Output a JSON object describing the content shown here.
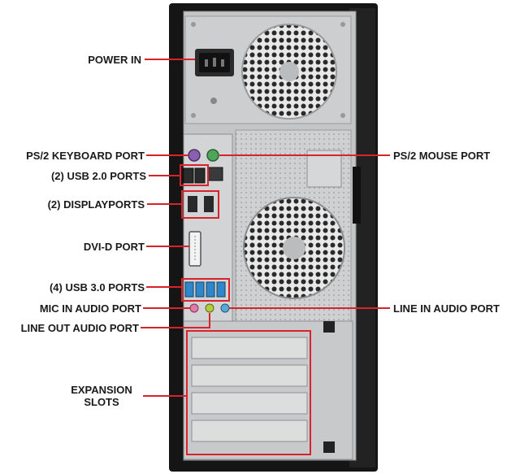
{
  "labels": {
    "power_in": "POWER IN",
    "ps2_keyboard": "PS/2 KEYBOARD PORT",
    "ps2_mouse": "PS/2 MOUSE PORT",
    "usb2": "(2) USB 2.0 PORTS",
    "displayports": "(2) DISPLAYPORTS",
    "dvid": "DVI-D PORT",
    "usb3": "(4) USB 3.0 PORTS",
    "mic_in": "MIC IN AUDIO PORT",
    "line_in": "LINE IN AUDIO PORT",
    "line_out": "LINE OUT AUDIO PORT",
    "expansion_line1": "EXPANSION",
    "expansion_line2": "SLOTS"
  },
  "colors": {
    "callout": "#d9222a",
    "case_black": "#151515",
    "panel": "#c9cacb",
    "ps2_keyboard": "#8a5fb0",
    "ps2_mouse": "#4fa65a",
    "usb3_blue": "#2f87c9",
    "mic_pink": "#e07aa8",
    "line_out_lime": "#b5cc3a",
    "line_in_blue": "#5aa8d8"
  }
}
